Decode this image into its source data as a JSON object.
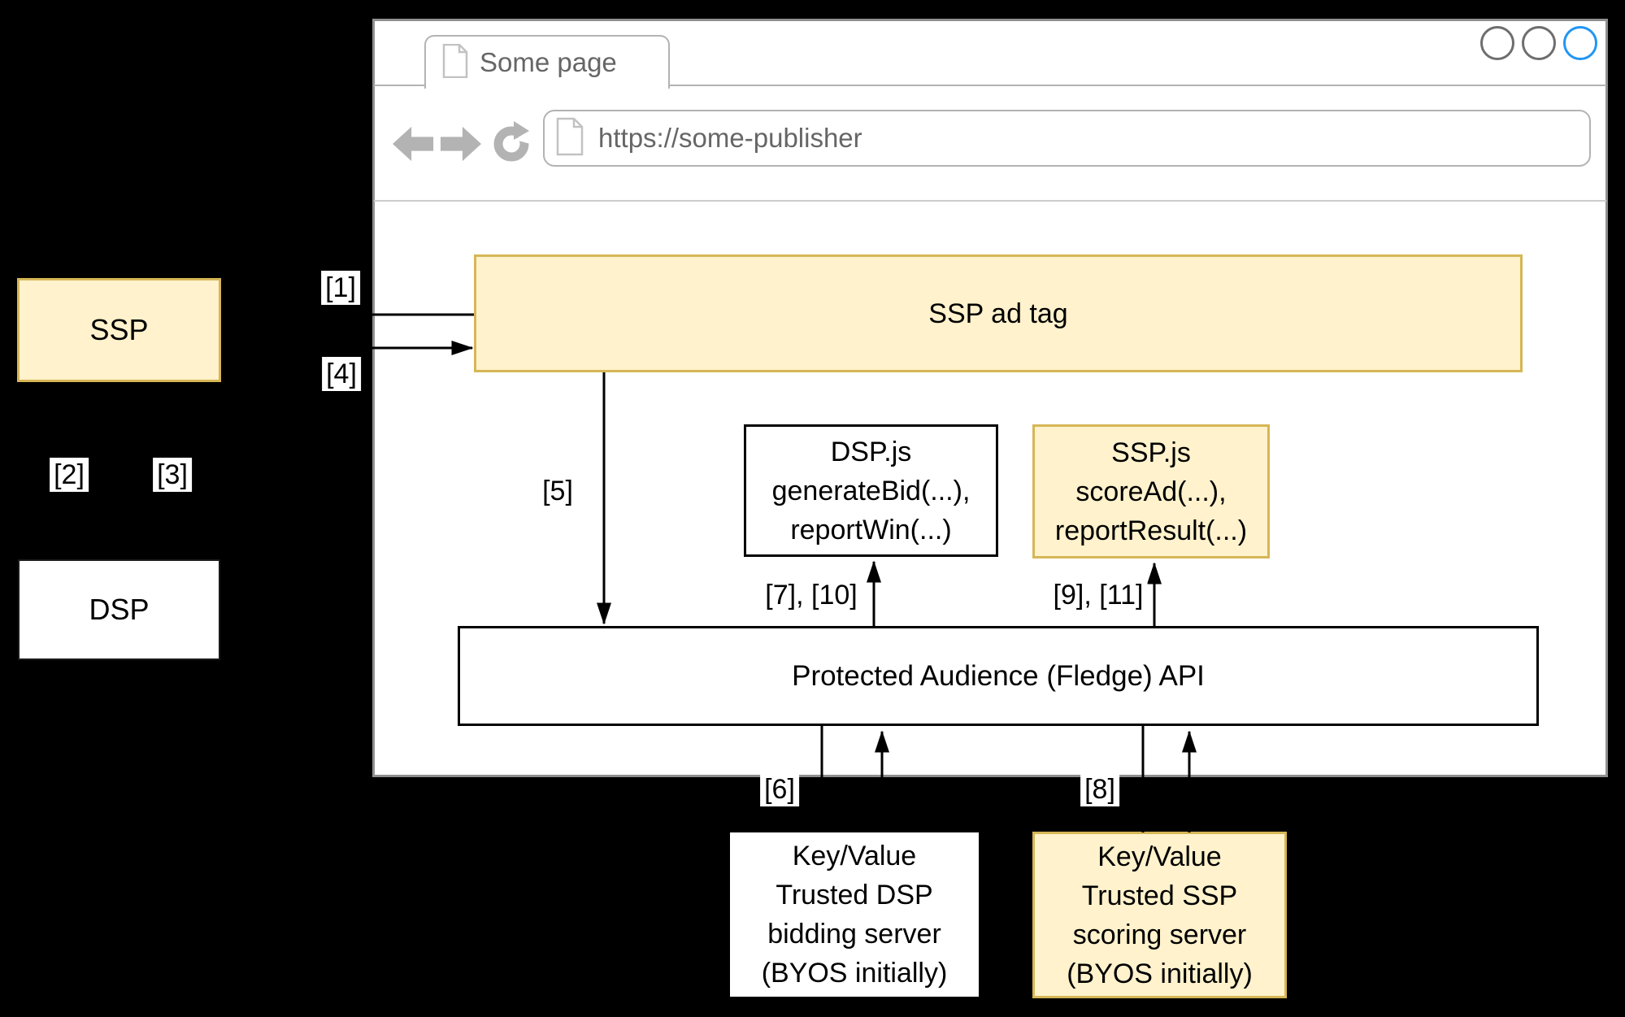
{
  "window": {
    "tab": {
      "label": "Some page"
    },
    "url": "https://some-publisher",
    "controls": {
      "left": "window-circle",
      "middle": "window-circle",
      "right": "window-circle-active"
    }
  },
  "diagram": {
    "ssp": "SSP",
    "dsp": "DSP",
    "ssp_ad_tag": "SSP ad tag",
    "dsp_js": "DSP.js\ngenerateBid(...),\nreportWin(...)",
    "ssp_js": "SSP.js\nscoreAd(...),\nreportResult(...)",
    "fledge_api": "Protected Audience (Fledge) API",
    "kv_dsp": "Key/Value\nTrusted DSP\nbidding server\n(BYOS initially)",
    "kv_ssp": "Key/Value\nTrusted SSP\nscoring server\n(BYOS initially)",
    "labels": {
      "l1": "[1]",
      "l2": "[2]",
      "l3": "[3]",
      "l4": "[4]",
      "l5": "[5]",
      "l6": "[6]",
      "l7_10": "[7], [10]",
      "l8": "[8]",
      "l9_11": "[9], [11]"
    }
  },
  "colors": {
    "highlight_fill": "#FFF2CC",
    "highlight_border": "#D6B656",
    "active_control_blue": "#2196F3",
    "chrome_gray": "#b3b3b3"
  }
}
